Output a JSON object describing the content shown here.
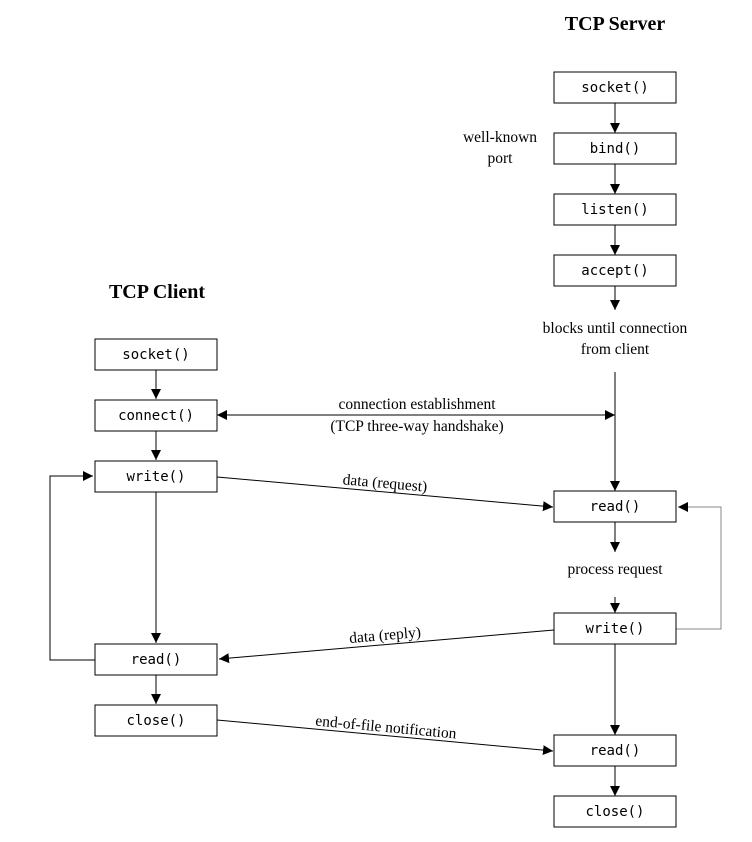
{
  "server": {
    "title": "TCP Server",
    "calls": {
      "socket": "socket()",
      "bind": "bind()",
      "listen": "listen()",
      "accept": "accept()",
      "read1": "read()",
      "write": "write()",
      "read2": "read()",
      "close": "close()"
    },
    "notes": {
      "port_line1": "well-known",
      "port_line2": "port",
      "blocks_line1": "blocks until connection",
      "blocks_line2": "from client",
      "process": "process request"
    }
  },
  "client": {
    "title": "TCP Client",
    "calls": {
      "socket": "socket()",
      "connect": "connect()",
      "write": "write()",
      "read": "read()",
      "close": "close()"
    }
  },
  "messages": {
    "handshake_line1": "connection establishment",
    "handshake_line2": "(TCP three-way handshake)",
    "request": "data (request)",
    "reply": "data (reply)",
    "eof": "end-of-file notification"
  }
}
